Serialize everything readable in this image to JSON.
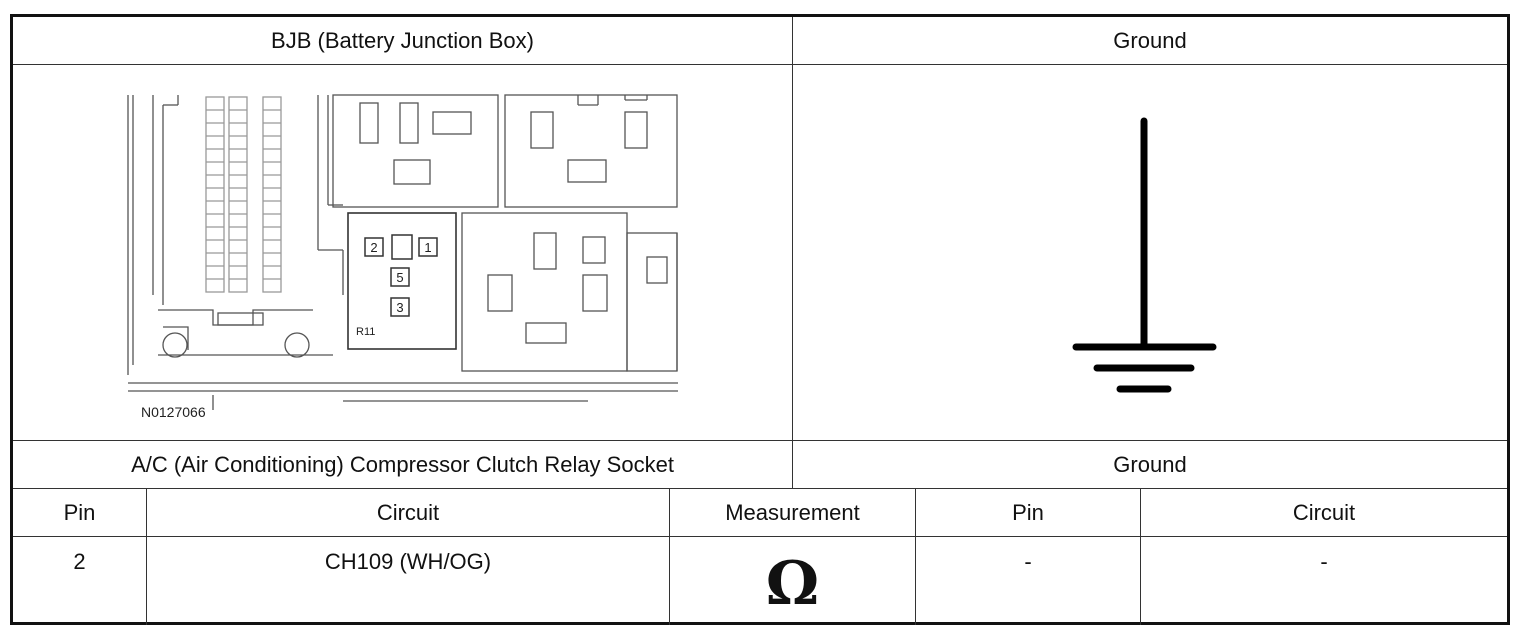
{
  "header": {
    "left_title": "BJB (Battery Junction Box)",
    "right_title": "Ground"
  },
  "diagram": {
    "figure_id": "N0127066",
    "relay_label": "R11",
    "pins": [
      "2",
      "1",
      "5",
      "3"
    ]
  },
  "subheader": {
    "left_title": "A/C (Air Conditioning) Compressor Clutch Relay Socket",
    "right_title": "Ground"
  },
  "table": {
    "columns": [
      "Pin",
      "Circuit",
      "Measurement",
      "Pin",
      "Circuit"
    ],
    "rows": [
      {
        "pin": "2",
        "circuit": "CH109 (WH/OG)",
        "measurement_symbol": "Ω",
        "ground_pin": "-",
        "ground_circuit": "-"
      }
    ]
  },
  "icons": {
    "measurement": "ohm-symbol-icon",
    "ground": "ground-symbol-icon"
  }
}
